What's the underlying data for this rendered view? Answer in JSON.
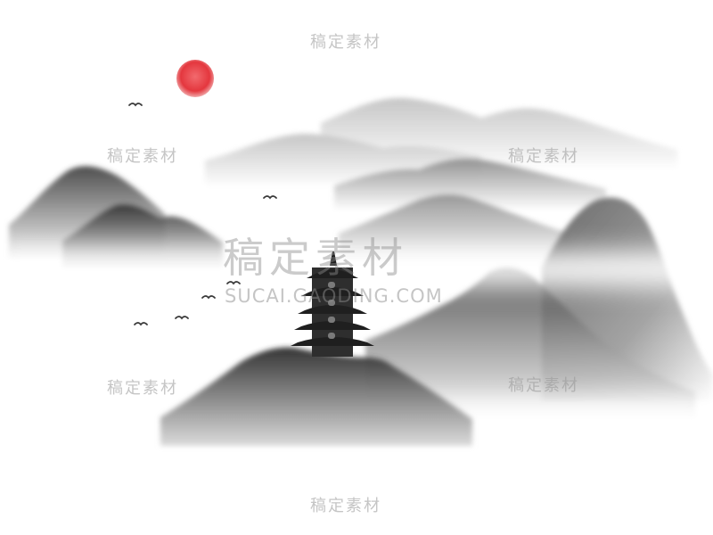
{
  "scene": {
    "subject": "ink wash landscape with pagoda",
    "colors": {
      "background": "#ffffff",
      "sun": "#e4373e",
      "ink_dark": "#2b2b2b",
      "ink_mid": "#6f6f6f",
      "ink_light": "#b9b9b9",
      "mist": "#f4f4f4"
    }
  },
  "watermarks": {
    "small": "稿定素材",
    "big": "稿定素材",
    "latin": "SUCAI.GAODING.COM"
  }
}
